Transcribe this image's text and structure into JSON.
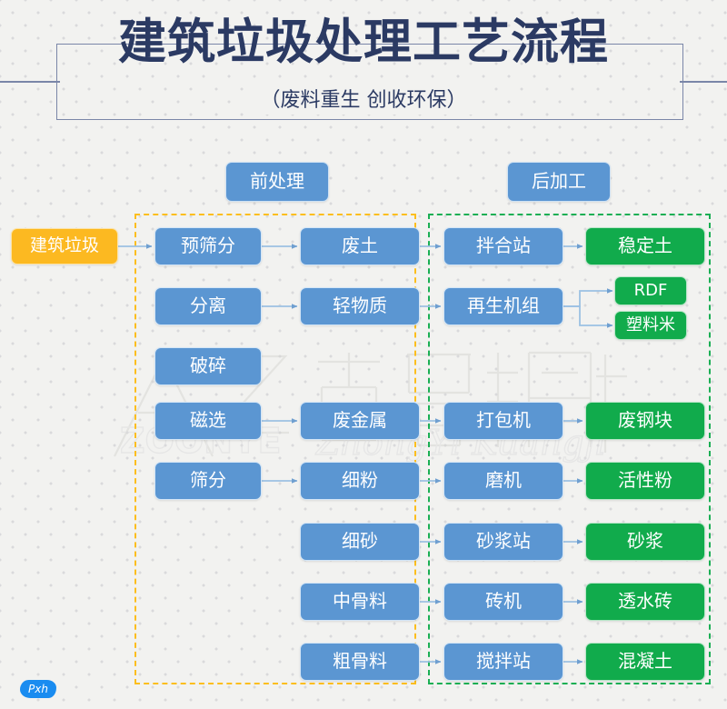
{
  "header": {
    "title": "建筑垃圾处理工艺流程",
    "subtitle": "（废料重生  创收环保）"
  },
  "watermark": {
    "cn": "中豫矿机",
    "en_primary": "ZOONYE",
    "en_secondary": "ZhongYi Kuangji"
  },
  "badge": {
    "label": "Pxh"
  },
  "zones": [
    {
      "key": "pre",
      "label": "前处理",
      "color": "#fcbe1e"
    },
    {
      "key": "post",
      "label": "后加工",
      "color": "#1aaf54"
    }
  ],
  "colors": {
    "blue": "#5b96d2",
    "green": "#11ab4c",
    "amber": "#fcb921",
    "title": "#2b3a63",
    "frame": "#7a86a8",
    "background": "#f2f2f0",
    "arrow": "#8ab4dd",
    "badge": "#1a8cf0"
  },
  "source": {
    "label": "建筑垃圾"
  },
  "columns": {
    "process": [
      {
        "label": "预筛分"
      },
      {
        "label": "分离"
      },
      {
        "label": "破碎"
      },
      {
        "label": "磁选"
      },
      {
        "label": "筛分"
      }
    ],
    "material": [
      {
        "label": "废土"
      },
      {
        "label": "轻物质"
      },
      {
        "label": "废金属"
      },
      {
        "label": "细粉"
      },
      {
        "label": "细砂"
      },
      {
        "label": "中骨料"
      },
      {
        "label": "粗骨料"
      }
    ],
    "equipment": [
      {
        "label": "拌合站"
      },
      {
        "label": "再生机组"
      },
      {
        "label": "打包机"
      },
      {
        "label": "磨机"
      },
      {
        "label": "砂浆站"
      },
      {
        "label": "砖机"
      },
      {
        "label": "搅拌站"
      }
    ],
    "product": [
      {
        "label": "稳定土"
      },
      {
        "label": "RDF"
      },
      {
        "label": "塑料米"
      },
      {
        "label": "废钢块"
      },
      {
        "label": "活性粉"
      },
      {
        "label": "砂浆"
      },
      {
        "label": "透水砖"
      },
      {
        "label": "混凝土"
      }
    ]
  },
  "flows": [
    {
      "from": "建筑垃圾",
      "to": "预筛分"
    },
    {
      "from": "预筛分",
      "to": "废土"
    },
    {
      "from": "分离",
      "to": "轻物质"
    },
    {
      "from": "磁选",
      "to": "废金属"
    },
    {
      "from": "筛分",
      "to": "细粉"
    },
    {
      "from": "废土",
      "to": "拌合站"
    },
    {
      "from": "轻物质",
      "to": "再生机组"
    },
    {
      "from": "废金属",
      "to": "打包机"
    },
    {
      "from": "细粉",
      "to": "磨机"
    },
    {
      "from": "细砂",
      "to": "砂浆站"
    },
    {
      "from": "中骨料",
      "to": "砖机"
    },
    {
      "from": "粗骨料",
      "to": "搅拌站"
    },
    {
      "from": "拌合站",
      "to": "稳定土"
    },
    {
      "from": "再生机组",
      "to": "RDF"
    },
    {
      "from": "再生机组",
      "to": "塑料米"
    },
    {
      "from": "打包机",
      "to": "废钢块"
    },
    {
      "from": "磨机",
      "to": "活性粉"
    },
    {
      "from": "砂浆站",
      "to": "砂浆"
    },
    {
      "from": "砖机",
      "to": "透水砖"
    },
    {
      "from": "搅拌站",
      "to": "混凝土"
    }
  ]
}
